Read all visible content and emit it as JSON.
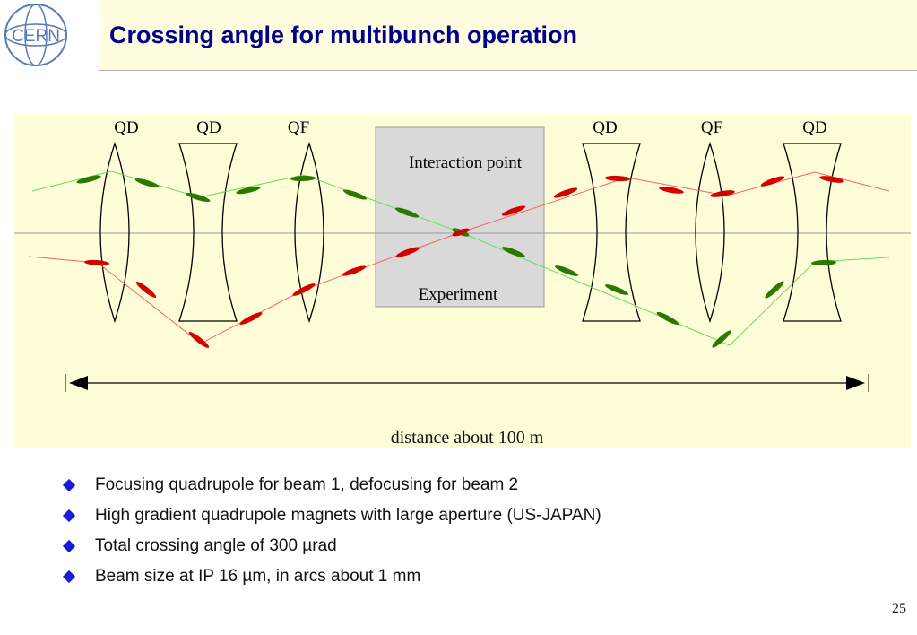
{
  "logo": {
    "text": "CERN",
    "icon": "cern-logo-icon"
  },
  "header": {
    "title": "Crossing angle for multibunch operation"
  },
  "diagram": {
    "magnet_labels": [
      "QD",
      "QD",
      "QF",
      "QD",
      "QF",
      "QD"
    ],
    "ip_label": "Interaction point",
    "experiment_label": "Experiment",
    "distance_label": "distance about 100 m",
    "colors": {
      "beam1": "#d40000",
      "beam2": "#2a7a00",
      "beam1_line": "#ff6060",
      "beam2_line": "#60dd60",
      "ip_box": "#d9d9d9",
      "panel": "#fffdd8"
    }
  },
  "bullets": [
    "Focusing quadrupole for beam 1, defocusing for beam 2",
    "High gradient quadrupole magnets with large aperture (US-JAPAN)",
    "Total crossing angle of  300 µrad",
    "Beam size at IP 16 µm, in arcs about 1 mm"
  ],
  "footer": {
    "page_number": "25"
  }
}
